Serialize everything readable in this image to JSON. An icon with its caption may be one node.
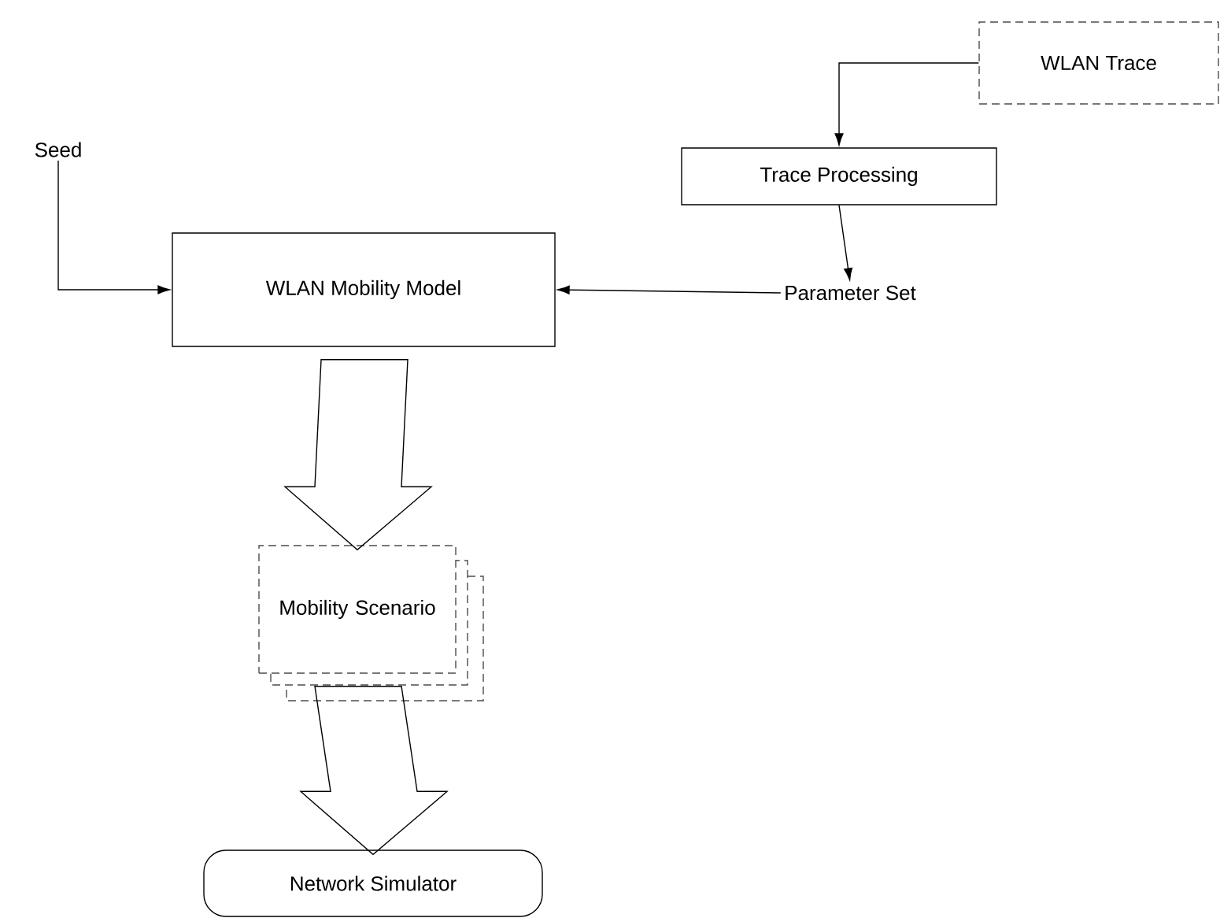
{
  "diagram": {
    "nodes": [
      {
        "text": [
          "Seed"
        ]
      },
      {
        "text": [
          "WLAN Trace"
        ]
      },
      {
        "text": [
          "Trace Processing"
        ]
      },
      {
        "text": [
          "WLAN Mobility Model"
        ]
      },
      {
        "text": [
          "Parameter Set"
        ]
      },
      {
        "text": [
          "Mobility Scenario"
        ]
      },
      {
        "text": [
          "Network Simulator"
        ]
      }
    ],
    "edges": [
      {
        "from": 0,
        "to": 3,
        "arrow": "to"
      },
      {
        "from": 1,
        "to": 2,
        "arrow": "to"
      },
      {
        "from": 2,
        "to": 4,
        "arrow": "to"
      },
      {
        "from": 4,
        "to": 3,
        "arrow": "to"
      },
      {
        "from": 3,
        "to": 5,
        "arrow": "to",
        "style": "thick"
      },
      {
        "from": 5,
        "to": 6,
        "arrow": "to",
        "style": "thick"
      }
    ]
  }
}
